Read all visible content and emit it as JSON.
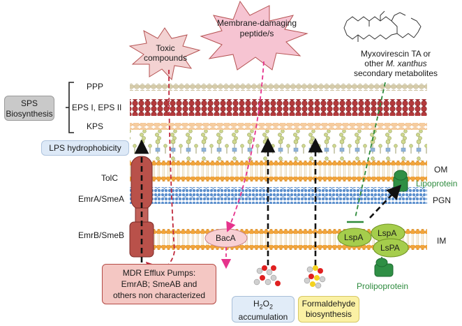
{
  "bursts": {
    "toxic": [
      "Toxic",
      "compounds"
    ],
    "peptide": [
      "Membrane-damaging",
      "peptide/s"
    ]
  },
  "metabolite": {
    "line1": "Myxovirescin TA or",
    "line2_prefix": "other ",
    "line2_italic": "M. xanthus",
    "line3": "secondary metabolites"
  },
  "sps": {
    "box_line1": "SPS",
    "box_line2": "Biosynthesis",
    "layers": [
      "PPP",
      "EPS I, EPS II",
      "KPS"
    ]
  },
  "lps_box": "LPS hydrophobicity",
  "left_labels": {
    "tolc": "TolC",
    "emra": "EmrA/SmeA",
    "emrb": "EmrB/SmeB"
  },
  "right_labels": {
    "om": "OM",
    "lipoprotein": "Lipoprotein",
    "pgn": "PGN",
    "im": "IM",
    "prolipoprotein": "Prolipoprotein"
  },
  "baca": "BacA",
  "lsp": [
    "LspA",
    "LspA",
    "LsPA"
  ],
  "mdr_box": [
    "MDR Efflux Pumps:",
    "EmrAB; SmeAB and",
    "others non characterized"
  ],
  "h2o2_box": {
    "formula": "H",
    "sub1": "2",
    "mid": "O",
    "sub2": "2",
    "line2": "accumulation"
  },
  "formaldehyde_box": [
    "Formaldehyde",
    "biosynthesis"
  ],
  "colors": {
    "burst_toxic": "#f3d2d2",
    "burst_peptide": "#f6c4d2",
    "burst_stroke": "#b55252",
    "sps_box": "#c9c9c9",
    "lps_box": "#dde9f7",
    "mdr_box": "#f4c7c3",
    "mdr_border": "#b34a45",
    "h2o2_box": "#e1ecf8",
    "formaldehyde_box": "#fbf1a4",
    "membrane_head": "#f2a43a",
    "pump": "#b9514a",
    "lsp": "#a5cd4c",
    "lipoprotein": "#2f8f45",
    "arrow_red": "#c0283c",
    "arrow_pink": "#e6338c",
    "arrow_green": "#2d8a3a",
    "label_green": "#2e8b3e"
  }
}
